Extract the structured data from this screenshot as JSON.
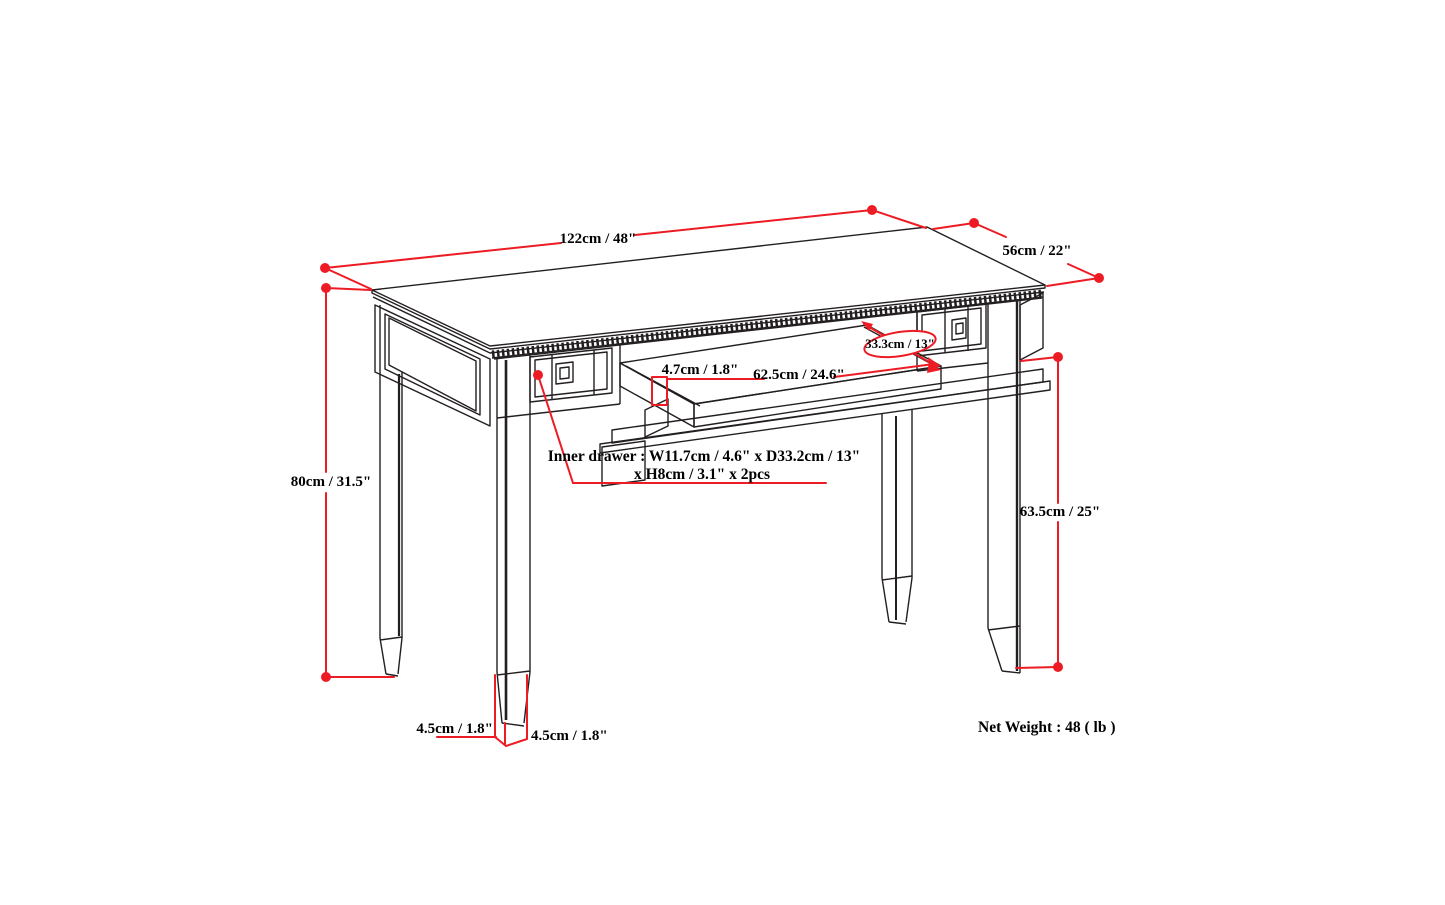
{
  "diagram": {
    "type": "furniture-dimension-drawing",
    "subject": "writing desk with two drawers and pull-out keyboard tray",
    "colors": {
      "line": "#231f20",
      "dimension": "#ed1c24",
      "text": "#000000",
      "background": "#ffffff"
    },
    "labels": {
      "top_width": "122cm / 48\"",
      "top_depth": "56cm / 22\"",
      "overall_height": "80cm / 31.5\"",
      "tray_clearance_height": "63.5cm / 25\"",
      "tray_front_height": "4.7cm / 1.8\"",
      "tray_width": "62.5cm / 24.6\"",
      "tray_depth": "33.3cm / 13\"",
      "inner_drawer_line1": "Inner drawer : W11.7cm / 4.6\" x D33.2cm / 13\"",
      "inner_drawer_line2": "x H8cm / 3.1\" x 2pcs",
      "foot_width_left": "4.5cm / 1.8\"",
      "foot_width_right": "4.5cm / 1.8\"",
      "net_weight": "Net Weight : 48 ( lb )"
    }
  }
}
